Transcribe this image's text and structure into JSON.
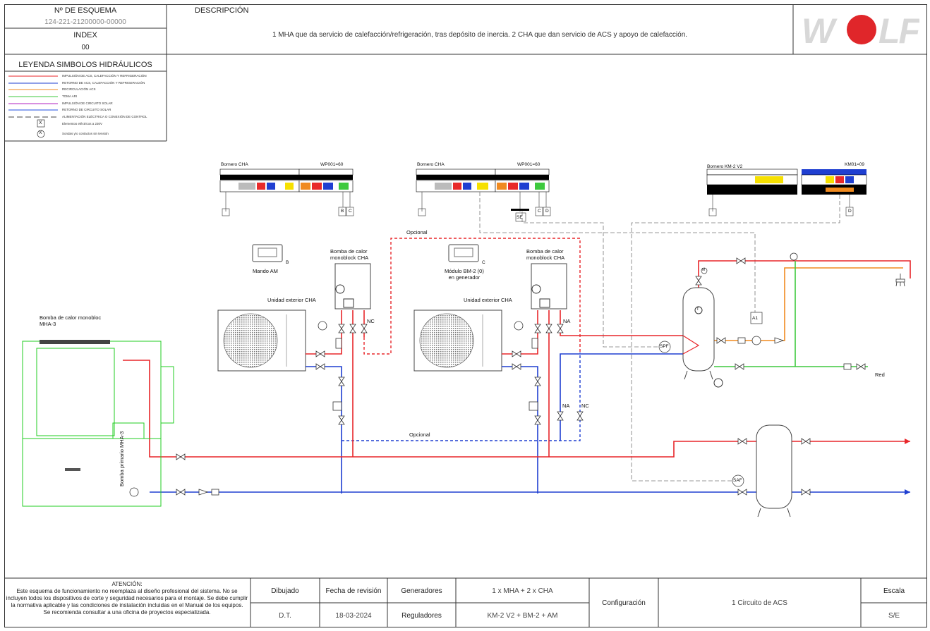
{
  "header": {
    "scheme_label": "Nº DE ESQUEMA",
    "scheme_number": "124-221-21200000-00000",
    "index_label": "INDEX",
    "index_value": "00",
    "description_label": "DESCRIPCIÓN",
    "description_text": "1 MHA que da servicio de calefacción/refrigeración, tras depósito de inercia. 2 CHA que dan servicio de ACS y apoyo de calefacción.",
    "logo_text": "WOLF"
  },
  "legend": {
    "title": "LEYENDA SIMBOLOS HIDRÁULICOS",
    "items": [
      {
        "label": "IMPULSIÓN DE ACS, CALEFACCIÓN Y REFRIGERACIÓN",
        "color": "#e8262a",
        "style": "solid"
      },
      {
        "label": "RETORNO DE ACS, CALEFACCIÓN Y REFRIGERACIÓN",
        "color": "#1f3fd1",
        "style": "solid"
      },
      {
        "label": "RECIRCULACIÓN ACS",
        "color": "#f08a1f",
        "style": "solid"
      },
      {
        "label": "TOMA ARI",
        "color": "#3ec93e",
        "style": "solid"
      },
      {
        "label": "IMPULSIÓN DE CIRCUITO SOLAR",
        "color": "#b020c0",
        "style": "solid"
      },
      {
        "label": "RETORNO DE CIRCUITO SOLAR",
        "color": "#2050e0",
        "style": "solid"
      },
      {
        "label": "ALIMENTACIÓN ELÉCTRICA O CONEXIÓN DE CONTROL",
        "color": "#444444",
        "style": "dashed"
      },
      {
        "label": "Elementos eléctricos a 230V",
        "symbol": "X"
      },
      {
        "label": "Sondas y/o contactos sin tensión",
        "symbol": "X"
      }
    ]
  },
  "diagram": {
    "terminal_labels": {
      "bornero_cha_1": "Bornero CHA",
      "wp_1": "WP001=60",
      "bornero_cha_2": "Bornero CHA",
      "wp_2": "WP001=60",
      "bornero_km2": "Bornero KM-2 V2",
      "km01": "KM01=09"
    },
    "connector_letters": {
      "b": "B",
      "c": "C",
      "c2": "C",
      "d": "D",
      "d2": "D",
      "se": "SE",
      "a1": "A1",
      "b_small": "B",
      "c_small": "C"
    },
    "components": {
      "mando_am": "Mando AM",
      "bomba_cha_1": "Bomba de calor\nmonoblock CHA",
      "unidad_ext_1": "Unidad exterior CHA",
      "modulo_bm2": "Módulo BM-2 (0)\nen generador",
      "bomba_cha_2": "Bomba de calor\nmonoblock CHA",
      "unidad_ext_2": "Unidad exterior CHA",
      "mha": "Bomba de calor monobloc\nMHA-3",
      "bomba_primario": "Bomba primario MHA-3",
      "opcional_1": "Opcional",
      "opcional_2": "Opcional",
      "nc_1": "NC",
      "na_1": "NA",
      "na_2": "NA",
      "nc_2": "NC",
      "spf": "SPF",
      "saf": "SAF",
      "red": "Red",
      "m": "M",
      "t": "T"
    }
  },
  "footer": {
    "attention_title": "ATENCIÓN:",
    "attention_text": "Este esquema de funcionamiento no reemplaza al diseño profesional del sistema. No se incluyen todos los dispositivos de corte y seguridad necesarios para el montaje. Se debe cumplir la normativa aplicable y las condiciones de instalación incluidas en el Manual de los equipos.",
    "attention_note": "Se recomienda consultar a una oficina de proyectos especializada.",
    "dibujado_label": "Dibujado",
    "dibujado_value": "D.T.",
    "fecha_label": "Fecha de revisión",
    "fecha_value": "18-03-2024",
    "generadores_label": "Generadores",
    "generadores_value": "1 x MHA + 2 x CHA",
    "reguladores_label": "Reguladores",
    "reguladores_value": "KM-2 V2 + BM-2 + AM",
    "configuracion_label": "Configuración",
    "configuracion_value": "1 Circuito de ACS",
    "escala_label": "Escala",
    "escala_value": "S/E"
  },
  "colors": {
    "supply": "#e8262a",
    "return": "#1f3fd1",
    "recirc": "#f08a1f",
    "cold": "#3ec93e",
    "control": "#555555",
    "mha_outline": "#22cc22",
    "logo_red": "#e0262a"
  }
}
